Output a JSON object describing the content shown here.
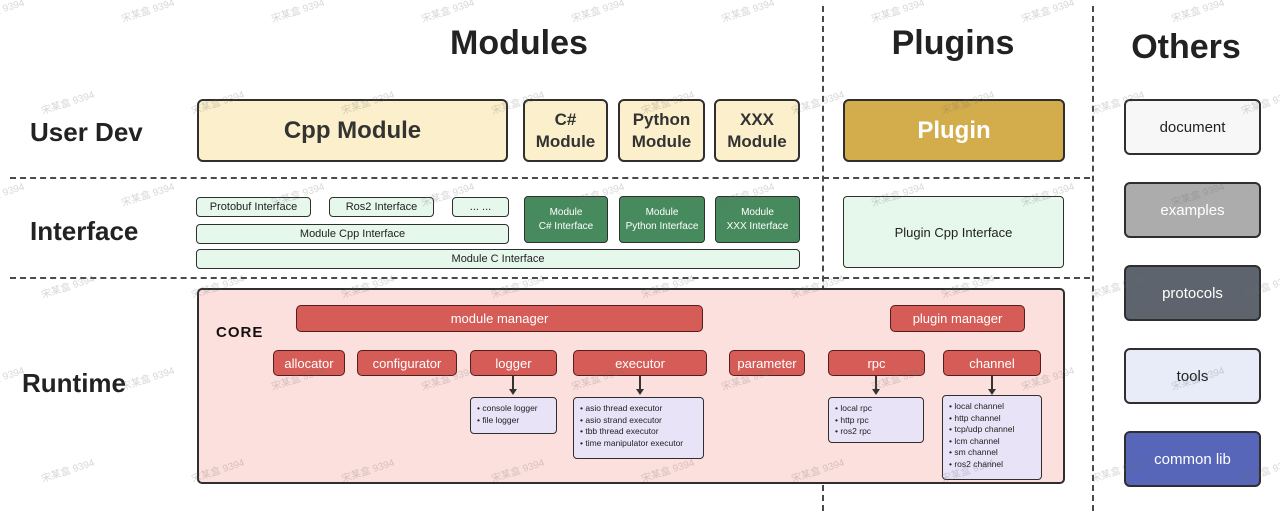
{
  "watermark": {
    "text": "宋某盒 9394"
  },
  "headers": {
    "modules": "Modules",
    "plugins": "Plugins",
    "others": "Others"
  },
  "rows": {
    "user_dev": "User Dev",
    "interface": "Interface",
    "runtime": "Runtime"
  },
  "modules": {
    "user_dev": {
      "cpp": "Cpp Module",
      "csharp": "C# Module",
      "python": "Python Module",
      "xxx": "XXX Module"
    },
    "interface": {
      "protobuf": "Protobuf Interface",
      "ros2": "Ros2 Interface",
      "ellipsis": "... ...",
      "module_cpp": "Module Cpp Interface",
      "module_c": "Module C Interface",
      "module_csharp": "Module\nC# Interface",
      "module_python": "Module\nPython Interface",
      "module_xxx": "Module\nXXX Interface"
    }
  },
  "plugins": {
    "plugin": "Plugin",
    "plugin_cpp_interface": "Plugin Cpp Interface"
  },
  "others": {
    "items": [
      {
        "label": "document"
      },
      {
        "label": "examples"
      },
      {
        "label": "protocols"
      },
      {
        "label": "tools"
      },
      {
        "label": "common lib"
      }
    ]
  },
  "runtime": {
    "core": "CORE",
    "module_manager": "module manager",
    "plugin_manager": "plugin manager",
    "components": [
      "allocator",
      "configurator",
      "logger",
      "executor",
      "parameter",
      "rpc",
      "channel"
    ],
    "logger_items": [
      "console logger",
      "file logger"
    ],
    "executor_items": [
      "asio thread executor",
      "asio strand executor",
      "tbb thread executor",
      "time manipulator executor"
    ],
    "rpc_items": [
      "local rpc",
      "http rpc",
      "ros2 rpc"
    ],
    "channel_items": [
      "local channel",
      "http channel",
      "tcp/udp channel",
      "lcm channel",
      "sm channel",
      "ros2 channel"
    ]
  },
  "colors": {
    "cream": "#FBF0CB",
    "gold": "#D3AC4B",
    "light_green": "#E6F7EC",
    "dark_green": "#478A5D",
    "core_pink": "#FCE0DD",
    "red": "#D65C57",
    "lavender": "#E9E3F8",
    "examples_gray": "#ACACAC",
    "protocols_slate": "#5D646D",
    "tools_periwinkle": "#E8ECF9",
    "common_lib_indigo": "#5766B9"
  }
}
